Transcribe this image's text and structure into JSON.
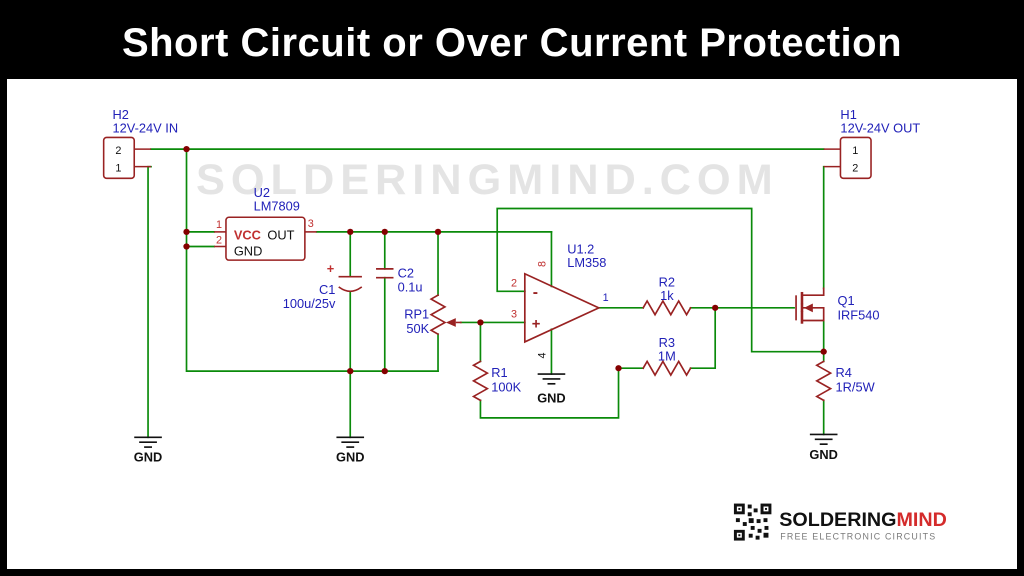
{
  "header": {
    "title": "Short Circuit or Over Current Protection"
  },
  "watermark": "SOLDERINGMIND.COM",
  "connectors": {
    "h2": {
      "ref": "H2",
      "desc": "12V-24V IN",
      "pins": [
        "2",
        "1"
      ]
    },
    "h1": {
      "ref": "H1",
      "desc": "12V-24V OUT",
      "pins": [
        "1",
        "2"
      ]
    }
  },
  "components": {
    "u2": {
      "ref": "U2",
      "part": "LM7809",
      "vcc": "VCC",
      "out": "OUT",
      "gnd": "GND",
      "pin1": "1",
      "pin2": "2",
      "pin3": "3"
    },
    "u1": {
      "ref": "U1.2",
      "part": "LM358",
      "pin_inv": "2",
      "pin_noninv": "3",
      "pin_out": "1",
      "pin_vcc": "8",
      "pin_gnd": "4",
      "minus": "-",
      "plus": "+"
    },
    "c1": {
      "ref": "C1",
      "value": "100u/25v",
      "polarity": "+"
    },
    "c2": {
      "ref": "C2",
      "value": "0.1u"
    },
    "rp1": {
      "ref": "RP1",
      "value": "50K"
    },
    "r1": {
      "ref": "R1",
      "value": "100K"
    },
    "r2": {
      "ref": "R2",
      "value": "1k"
    },
    "r3": {
      "ref": "R3",
      "value": "1M"
    },
    "r4": {
      "ref": "R4",
      "value": "1R/5W"
    },
    "q1": {
      "ref": "Q1",
      "part": "IRF540"
    }
  },
  "gnd_label": "GND",
  "logo": {
    "brand_primary": "SOLDERING",
    "brand_secondary": "MIND",
    "tagline": "FREE ELECTRONIC CIRCUITS"
  }
}
